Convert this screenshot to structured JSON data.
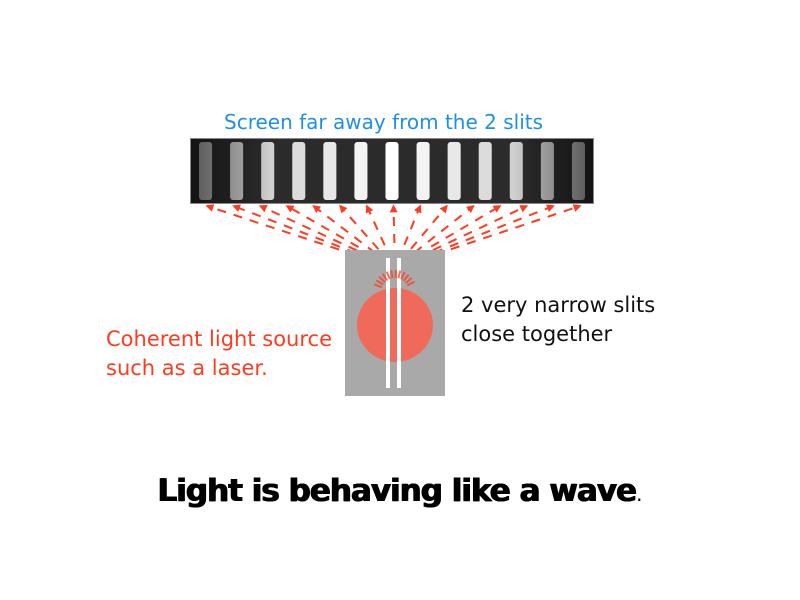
{
  "screen": {
    "label": "Screen far away from the 2 slits",
    "label_color": "#1e90e6",
    "fringe_count": 13
  },
  "rays": {
    "color": "#ff3b1f",
    "style": "dashed arrows"
  },
  "slits": {
    "label_line1": "2 very narrow slits",
    "label_line2": "close together",
    "plate_color": "#a9a9a9",
    "count": 2
  },
  "source": {
    "label_line1": "Coherent light source",
    "label_line2": "such as a laser.",
    "label_color": "#ff3b1f",
    "spot_color": "#f06a5c"
  },
  "conclusion": {
    "text": "Light is behaving like a wave",
    "punctuation": "."
  }
}
